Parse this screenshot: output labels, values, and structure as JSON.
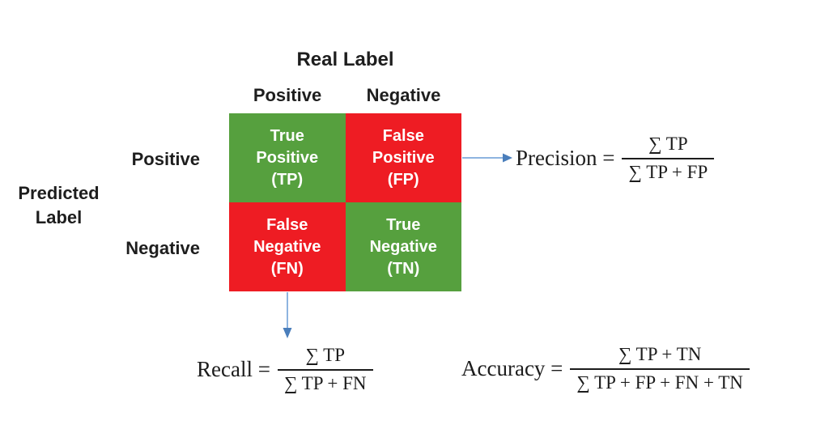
{
  "matrix": {
    "real_axis_title": "Real Label",
    "predicted_axis_title_lines": [
      "Predicted",
      "Label"
    ],
    "col_headers": [
      "Positive",
      "Negative"
    ],
    "row_headers": [
      "Positive",
      "Negative"
    ],
    "cells": [
      {
        "lines": [
          "True",
          "Positive",
          "(TP)"
        ],
        "color": "#56A03E"
      },
      {
        "lines": [
          "False",
          "Positive",
          "(FP)"
        ],
        "color": "#EE1C23"
      },
      {
        "lines": [
          "False",
          "Negative",
          "(FN)"
        ],
        "color": "#EE1C23"
      },
      {
        "lines": [
          "True",
          "Negative",
          "(TN)"
        ],
        "color": "#56A03E"
      }
    ]
  },
  "formulas": {
    "precision": {
      "label": "Precision =",
      "numerator": "∑ TP",
      "denominator": "∑ TP + FP"
    },
    "recall": {
      "label": "Recall =",
      "numerator": "∑ TP",
      "denominator": "∑ TP + FN"
    },
    "accuracy": {
      "label": "Accuracy =",
      "numerator": "∑ TP + TN",
      "denominator": "∑ TP + FP + FN + TN"
    }
  },
  "colors": {
    "cell_green": "#56A03E",
    "cell_red": "#EE1C23",
    "arrow_line": "#8EB4E0",
    "arrow_head": "#4A7EBB",
    "text_dark": "#1e1e1e"
  }
}
